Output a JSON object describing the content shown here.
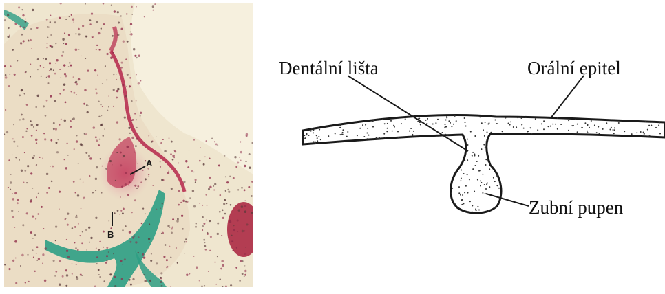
{
  "micrograph": {
    "labels": {
      "a": "A",
      "b": "B"
    }
  },
  "diagram": {
    "labels": {
      "dental_lamina": "Dentální lišta",
      "oral_epithelium": "Orální epitel",
      "tooth_bud": "Zubní pupen"
    }
  },
  "colors": {
    "tissue_background": "#efe6cf",
    "stain_red": "#b5264a",
    "stain_green": "#2e9e84",
    "line": "#1a1a1a"
  }
}
